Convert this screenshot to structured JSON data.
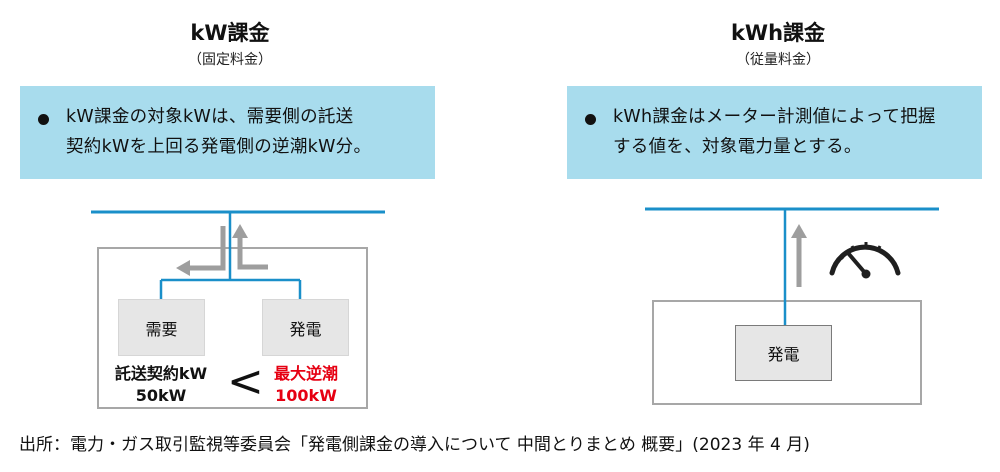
{
  "left": {
    "title": "kW課金",
    "subtitle": "（固定料金）",
    "bullet_lines": [
      "kW課金の対象kWは、需要側の託送",
      "契約kWを上回る発電側の逆潮kW分。"
    ],
    "node_demand": "需要",
    "node_generation": "発電",
    "contract_label_1": "託送契約kW",
    "contract_label_2": "50kW",
    "comparison_symbol": "<",
    "max_reverse_label_1": "最大逆潮",
    "max_reverse_label_2": "100kW"
  },
  "right": {
    "title": "kWh課金",
    "subtitle": "（従量料金）",
    "bullet_lines": [
      "kWh課金はメーター計測値によって把握",
      "する値を、対象電力量とする。"
    ],
    "node_generation": "発電",
    "meter_icon": "meter-gauge-icon"
  },
  "footer": "出所：電力・ガス取引監視等委員会「発電側課金の導入について 中間とりまとめ 概要」(2023 年 4 月)",
  "colors": {
    "line_blue": "#1a8fc9",
    "arrow_gray": "#9e9e9e",
    "bullet_bg": "#a8dced",
    "accent_red": "#e60012"
  }
}
